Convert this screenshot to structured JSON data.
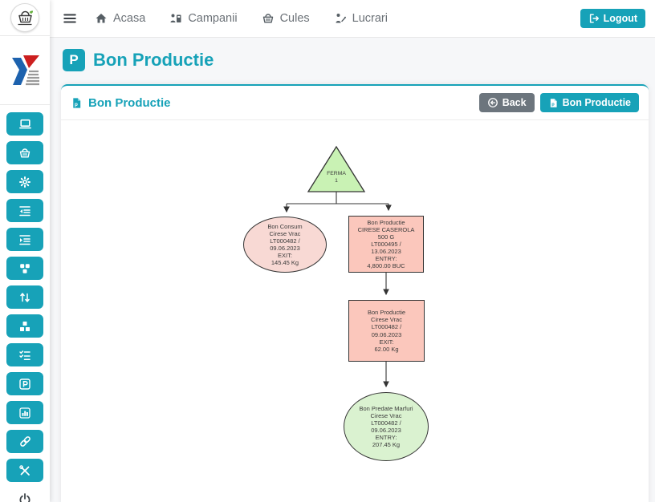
{
  "brand": {
    "logo_icon": "basket-logo-icon",
    "secondary_logo_icon": "company-y-logo"
  },
  "navbar": {
    "menu_icon": "hamburger-icon",
    "items": [
      {
        "label": "Acasa",
        "icon": "home-icon"
      },
      {
        "label": "Campanii",
        "icon": "campaign-icon"
      },
      {
        "label": "Cules",
        "icon": "basket-icon"
      },
      {
        "label": "Lucrari",
        "icon": "worker-icon"
      }
    ],
    "logout": {
      "label": "Logout",
      "icon": "logout-icon"
    }
  },
  "page": {
    "title": "Bon Productie",
    "title_icon": "p-badge-icon"
  },
  "card": {
    "title": "Bon Productie",
    "title_icon": "document-icon",
    "back_button": {
      "label": "Back",
      "icon": "back-circle-icon"
    },
    "bon_productie_button": {
      "label": "Bon Productie",
      "icon": "document-icon"
    }
  },
  "sidebar": {
    "icons": [
      "monitor-icon",
      "basket-icon",
      "gear-icon",
      "outdent-icon",
      "indent-icon",
      "dice-icon",
      "swap-vertical-icon",
      "boxes-icon",
      "checklist-icon",
      "parking-icon",
      "bar-chart-icon",
      "link-icon",
      "tools-icon"
    ],
    "power_icon": "power-icon"
  },
  "colors": {
    "accent_teal": "#17a2b8",
    "gray_button": "#6c757d",
    "triangle_fill": "#c9f2b4",
    "consum_fill": "#f8d9d4",
    "productie_fill": "#fbc7bc",
    "predate_fill": "#daf2d0",
    "node_border": "#343434"
  },
  "diagram": {
    "nodes": [
      {
        "id": "ferma",
        "shape": "triangle",
        "lines": [
          "FERMA",
          "1"
        ]
      },
      {
        "id": "bon-consum",
        "shape": "ellipse",
        "lines": [
          "Bon Consum",
          "Cirese Vrac",
          "LT000482 /",
          "09.06.2023",
          "EXIT:",
          "145.45 Kg"
        ]
      },
      {
        "id": "bon-productie-caserola",
        "shape": "rect",
        "lines": [
          "Bon Productie",
          "CIRESE CASEROLA",
          "500 G",
          "LT000495 /",
          "13.06.2023",
          "ENTRY:",
          "4,800.00 BUC"
        ]
      },
      {
        "id": "bon-productie-vrac",
        "shape": "rect",
        "lines": [
          "Bon Productie",
          "Cirese Vrac",
          "LT000482 /",
          "09.06.2023",
          "EXIT:",
          "62.00 Kg"
        ]
      },
      {
        "id": "bon-predate-marfuri",
        "shape": "ellipse",
        "lines": [
          "Bon Predate Marfuri",
          "Cirese Vrac",
          "LT000482 /",
          "09.06.2023",
          "ENTRY:",
          "207.45 Kg"
        ]
      }
    ],
    "edges": [
      {
        "from": "ferma",
        "to": "bon-consum"
      },
      {
        "from": "ferma",
        "to": "bon-productie-caserola"
      },
      {
        "from": "bon-productie-caserola",
        "to": "bon-productie-vrac"
      },
      {
        "from": "bon-productie-vrac",
        "to": "bon-predate-marfuri"
      }
    ]
  }
}
